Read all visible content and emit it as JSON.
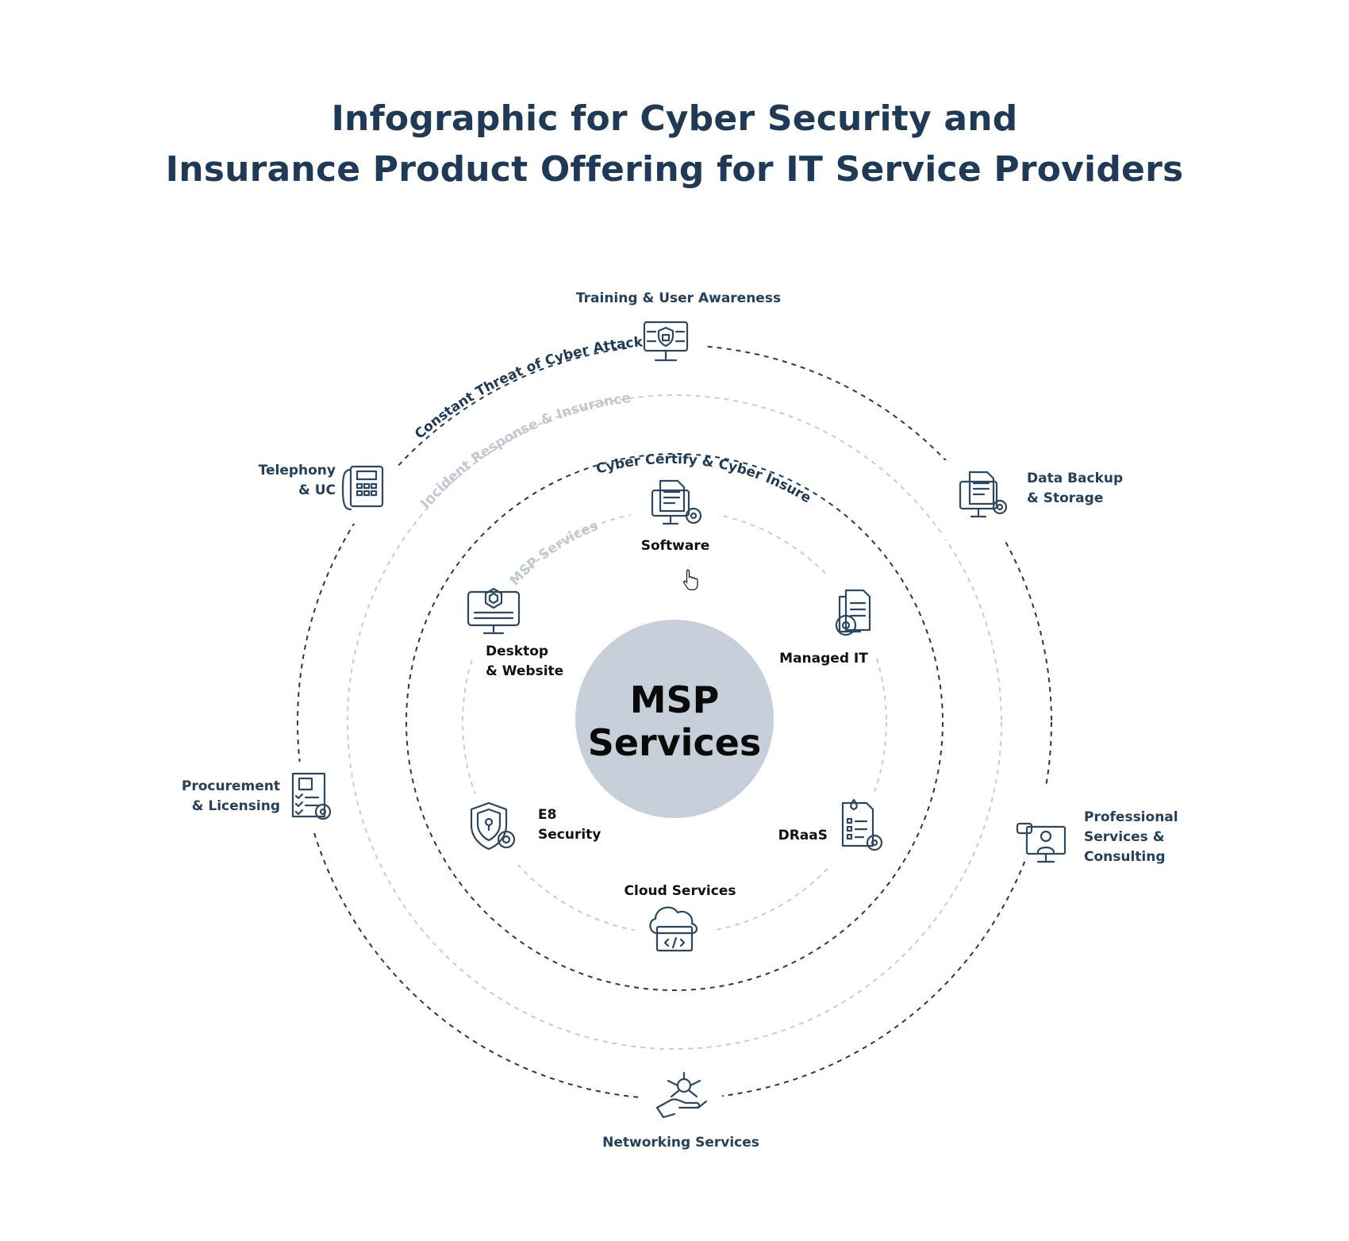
{
  "title": {
    "line1": "Infographic for Cyber Security and",
    "line2": "Insurance Product Offering for IT Service Providers"
  },
  "center": {
    "line1": "MSP",
    "line2": "Services",
    "color": "#c7d0da"
  },
  "rings": {
    "outer": "Constant Threat of Cyber Attack",
    "second": "Incident Response & Insurance",
    "third": "Cyber Certify & Cyber Insure",
    "inner": "MSP Services"
  },
  "colors": {
    "navy": "#1f3a56",
    "light_ring": "#c9ccd0",
    "light_text": "#c0c8d2"
  },
  "outer_items": {
    "training": "Training & User Awareness",
    "data_backup": [
      "Data Backup",
      "& Storage"
    ],
    "professional": [
      "Professional",
      "Services &",
      "Consulting"
    ],
    "networking": "Networking Services",
    "procurement": [
      "Procurement",
      "& Licensing"
    ],
    "telephony": [
      "Telephony",
      "& UC"
    ]
  },
  "inner_items": {
    "software": "Software",
    "managed_it": "Managed IT",
    "draas": "DRaaS",
    "cloud": "Cloud Services",
    "e8": [
      "E8",
      "Security"
    ],
    "desktop": [
      "Desktop",
      "& Website"
    ]
  },
  "icons": {
    "training": "monitor-shield-icon",
    "data_backup": "computer-document-gear-icon",
    "professional": "consultant-monitor-icon",
    "networking": "hand-network-icon",
    "procurement": "checklist-scroll-icon",
    "telephony": "desk-phone-icon",
    "software": "document-monitor-gear-icon",
    "managed_it": "documents-gear-icon",
    "draas": "clipboard-drop-gear-icon",
    "cloud": "cloud-code-icon",
    "e8": "shield-lock-gear-icon",
    "desktop": "monitor-hexagon-icon",
    "cursor": "hand-cursor-icon"
  }
}
